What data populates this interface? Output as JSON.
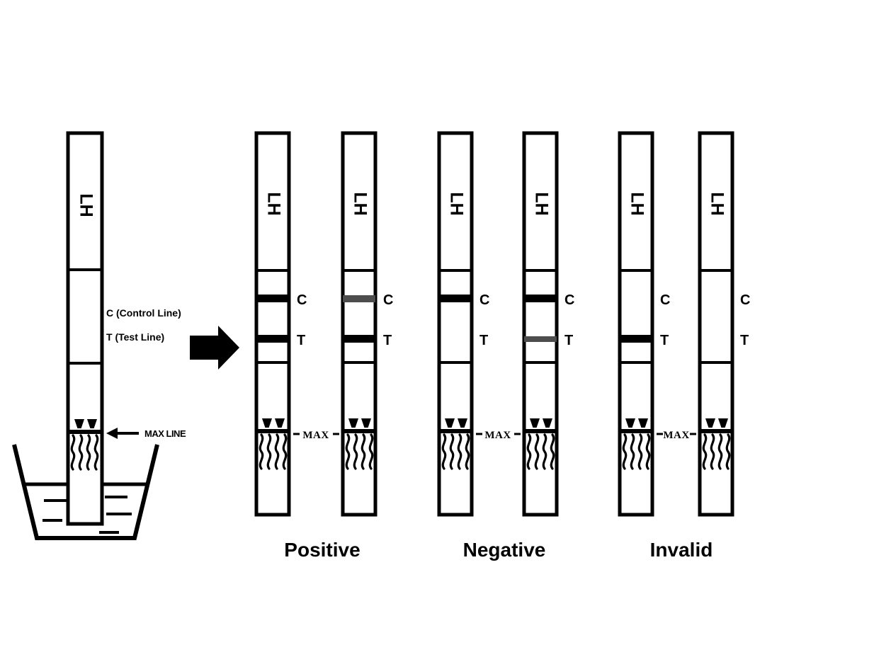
{
  "figure": {
    "title": "LH ovulation test strip result interpretation diagram",
    "background_color": "#ffffff",
    "ink_color": "#000000",
    "faint_line_color": "#4d4d4d"
  },
  "reference": {
    "strip_label": "LH",
    "control_line_note": "C (Control Line)",
    "test_line_note": "T (Test Line)",
    "max_line_note": "MAX LINE",
    "arrow_icon": "left-arrow-icon",
    "cup_icon": "specimen-cup-icon"
  },
  "flow": {
    "arrow_icon": "right-arrow-icon"
  },
  "shared": {
    "strip_label": "LH",
    "control_label": "C",
    "test_label": "T",
    "max_label": "MAX"
  },
  "results": [
    {
      "name": "Positive",
      "label": "Positive",
      "strips": [
        {
          "id": "positive-strip-1",
          "control_line": "dark",
          "test_line": "dark"
        },
        {
          "id": "positive-strip-2",
          "control_line": "faint",
          "test_line": "dark"
        }
      ]
    },
    {
      "name": "Negative",
      "label": "Negative",
      "strips": [
        {
          "id": "negative-strip-1",
          "control_line": "dark",
          "test_line": "none"
        },
        {
          "id": "negative-strip-2",
          "control_line": "dark",
          "test_line": "faint"
        }
      ]
    },
    {
      "name": "Invalid",
      "label": "Invalid",
      "strips": [
        {
          "id": "invalid-strip-1",
          "control_line": "none",
          "test_line": "dark"
        },
        {
          "id": "invalid-strip-2",
          "control_line": "none",
          "test_line": "none"
        }
      ]
    }
  ]
}
